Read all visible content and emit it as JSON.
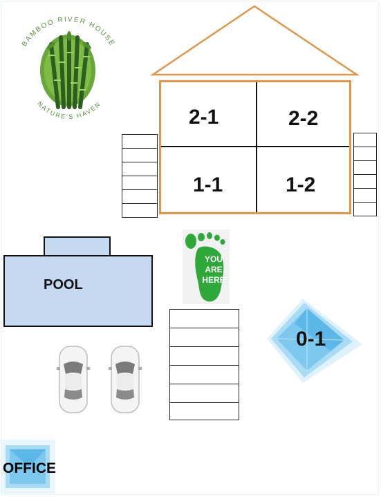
{
  "logo": {
    "top_text": "BAMBOO RIVER HOUSE",
    "bottom_text": "NATURE'S HAVEN"
  },
  "rooms": {
    "r21": "2-1",
    "r22": "2-2",
    "r11": "1-1",
    "r12": "1-2",
    "r01": "0-1"
  },
  "pool": {
    "label": "POOL"
  },
  "office": {
    "label": "OFFICE"
  },
  "you_are_here": {
    "line1": "YOU",
    "line2": "ARE",
    "line3": "HERE"
  },
  "colors": {
    "house_outline": "#e0964a",
    "pool_fill": "#c5d9f1",
    "footprint_green": "#2fa83a",
    "blue_box": "#7cc8ef"
  }
}
